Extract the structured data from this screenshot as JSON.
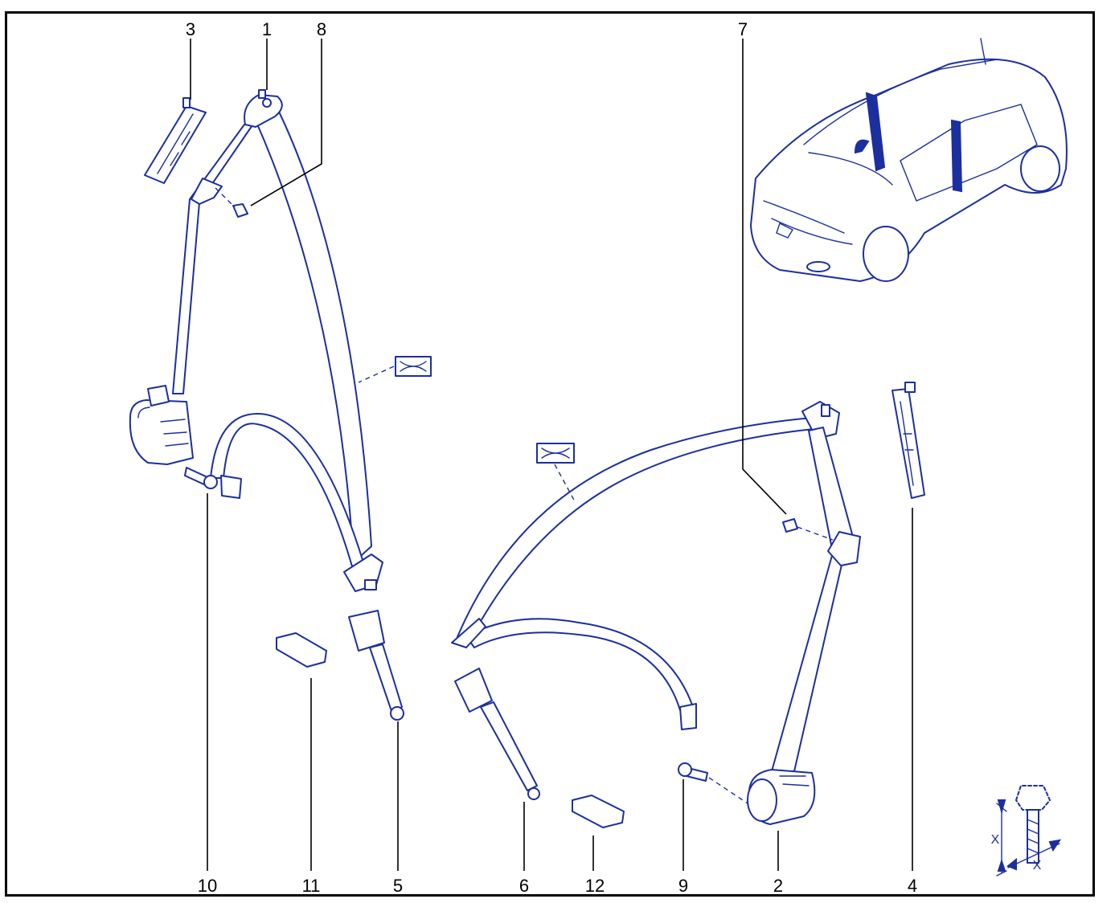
{
  "callouts": [
    {
      "id": "callout-1",
      "text": "1"
    },
    {
      "id": "callout-2",
      "text": "2"
    },
    {
      "id": "callout-3",
      "text": "3"
    },
    {
      "id": "callout-4",
      "text": "4"
    },
    {
      "id": "callout-5",
      "text": "5"
    },
    {
      "id": "callout-6",
      "text": "6"
    },
    {
      "id": "callout-7",
      "text": "7"
    },
    {
      "id": "callout-8",
      "text": "8"
    },
    {
      "id": "callout-9",
      "text": "9"
    },
    {
      "id": "callout-10",
      "text": "10"
    },
    {
      "id": "callout-11",
      "text": "11"
    },
    {
      "id": "callout-12",
      "text": "12"
    }
  ],
  "torque_symbol": {
    "x_label_vertical": "X",
    "x_label_horizontal": "X"
  },
  "colors": {
    "line": "#1c2f9e",
    "frame": "#000000",
    "background": "#ffffff"
  }
}
